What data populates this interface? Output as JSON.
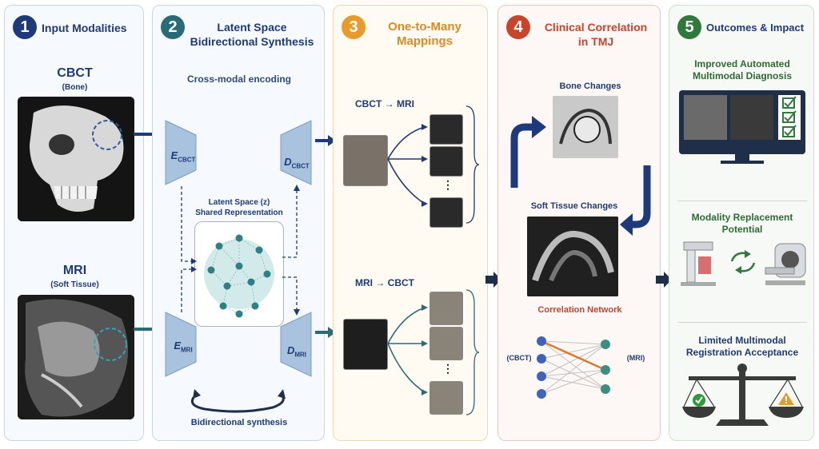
{
  "colors": {
    "navy": "#1f3a7a",
    "teal": "#2a6b78",
    "orange": "#e89a2c",
    "red": "#c8452c",
    "green": "#2f7a3a",
    "panel_border": "#c9d6e6"
  },
  "panel1": {
    "num": "1",
    "title": "Input Modalities",
    "cbct_label": "CBCT",
    "cbct_sub": "(Bone)",
    "mri_label": "MRI",
    "mri_sub": "(Soft Tissue)"
  },
  "panel2": {
    "num": "2",
    "title": "Latent Space\nBidirectional Synthesis",
    "subtitle": "Cross-modal encoding",
    "e_cbct": "E",
    "e_cbct_sub": "CBCT",
    "d_cbct": "D",
    "d_cbct_sub": "CBCT",
    "e_mri": "E",
    "e_mri_sub": "MRI",
    "d_mri": "D",
    "d_mri_sub": "MRI",
    "latent_label": "Latent Space (z)\nShared Representation",
    "bottom_label": "Bidirectional synthesis"
  },
  "panel3": {
    "num": "3",
    "title": "One-to-Many\nMappings",
    "top_label": "CBCT → MRI",
    "bottom_label": "MRI → CBCT",
    "ellipsis": "⋮"
  },
  "panel4": {
    "num": "4",
    "title": "Clinical Correlation\nin TMJ",
    "bone_label": "Bone Changes",
    "soft_label": "Soft Tissue Changes",
    "network_label": "Correlation Network",
    "left_node_label": "(CBCT)",
    "right_node_label": "(MRI)"
  },
  "panel5": {
    "num": "5",
    "title": "Outcomes & Impact",
    "o1": "Improved Automated\nMultimodal Diagnosis",
    "o2": "Modality Replacement\nPotential",
    "o3": "Limited Multimodal\nRegistration Acceptance"
  }
}
